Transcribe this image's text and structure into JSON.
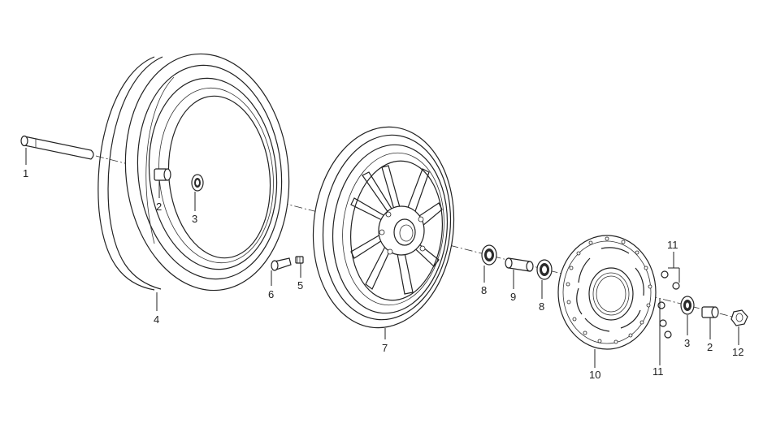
{
  "callouts": {
    "c1": "1",
    "c2a": "2",
    "c3a": "3",
    "c4": "4",
    "c5": "5",
    "c6": "6",
    "c7": "7",
    "c8a": "8",
    "c9": "9",
    "c8b": "8",
    "c10": "10",
    "c11a": "11",
    "c11b": "11",
    "c3b": "3",
    "c2b": "2",
    "c12": "12"
  }
}
